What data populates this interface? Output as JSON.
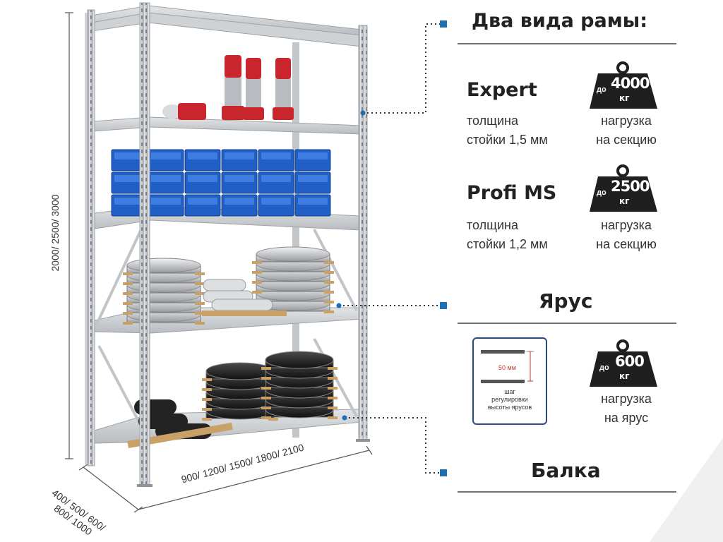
{
  "colors": {
    "accent": "#1a6fb5",
    "dark": "#1f1f1f",
    "bin_blue": "#1f5fc7",
    "frame": "#c9ccd0",
    "stepcard_border": "#2c4a7a",
    "step_red": "#c0392b"
  },
  "dimensions": {
    "height": "2000/ 2500/ 3000",
    "width": "900/ 1200/ 1500/ 1800/ 2100",
    "depth_line1": "400/ 500/ 600/",
    "depth_line2": "800/ 1000"
  },
  "frames": {
    "title": "Два вида рамы:",
    "items": [
      {
        "name": "Expert",
        "desc_line1": "толщина",
        "desc_line2": "стойки 1,5 мм",
        "weight_prefix": "до",
        "weight_value": "4000",
        "weight_unit": "кг",
        "load_line1": "нагрузка",
        "load_line2": "на секцию"
      },
      {
        "name": "Profi MS",
        "desc_line1": "толщина",
        "desc_line2": "стойки 1,2 мм",
        "weight_prefix": "до",
        "weight_value": "2500",
        "weight_unit": "кг",
        "load_line1": "нагрузка",
        "load_line2": "на секцию"
      }
    ]
  },
  "tier": {
    "title": "Ярус",
    "step_value": "50 мм",
    "step_caption_line1": "шаг",
    "step_caption_line2": "регулировки",
    "step_caption_line3": "высоты ярусов",
    "weight_prefix": "до",
    "weight_value": "600",
    "weight_unit": "кг",
    "load_line1": "нагрузка",
    "load_line2": "на ярус"
  },
  "beam": {
    "title": "Балка"
  },
  "icons": [
    "weight-icon",
    "bullet-square-icon",
    "shelving-rack-illustration"
  ]
}
